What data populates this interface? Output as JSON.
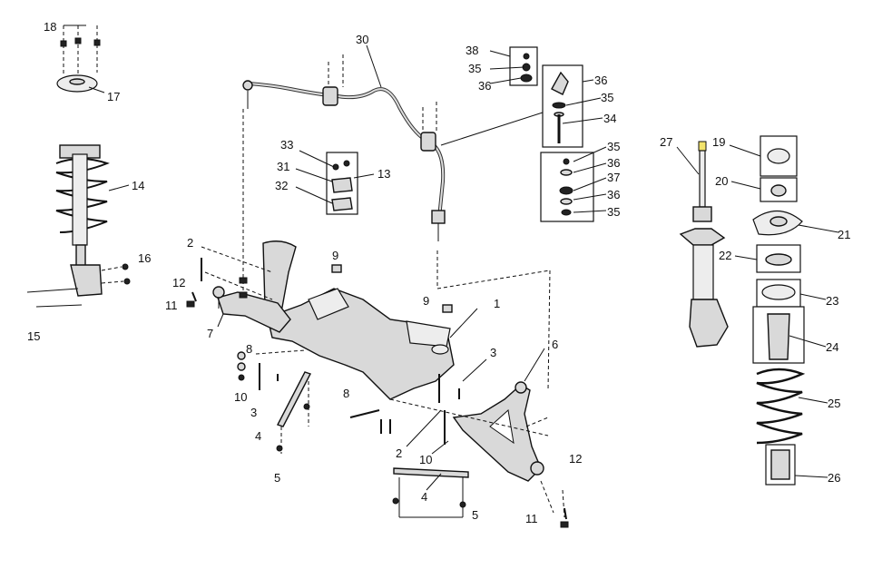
{
  "labels": {
    "l1": "1",
    "l2a": "2",
    "l2b": "2",
    "l3a": "3",
    "l3b": "3",
    "l4a": "4",
    "l4b": "4",
    "l5a": "5",
    "l5b": "5",
    "l6": "6",
    "l7": "7",
    "l8a": "8",
    "l8b": "8",
    "l9a": "9",
    "l9b": "9",
    "l10a": "10",
    "l10b": "10",
    "l11a": "11",
    "l11b": "11",
    "l12a": "12",
    "l12b": "12",
    "l13": "13",
    "l14": "14",
    "l15": "15",
    "l16": "16",
    "l17": "17",
    "l18": "18",
    "l19": "19",
    "l20": "20",
    "l21": "21",
    "l22": "22",
    "l23": "23",
    "l24": "24",
    "l25": "25",
    "l26": "26",
    "l27": "27",
    "l30": "30",
    "l31": "31",
    "l32": "32",
    "l33": "33",
    "l34": "34",
    "l35a": "35",
    "l35b": "35",
    "l35c": "35",
    "l35d": "35",
    "l36a": "36",
    "l36b": "36",
    "l36c": "36",
    "l36d": "36",
    "l37": "37",
    "l38": "38"
  },
  "colors": {
    "line": "#111111",
    "part_fill": "#d9d9d9",
    "highlight": "#f2e36b"
  }
}
